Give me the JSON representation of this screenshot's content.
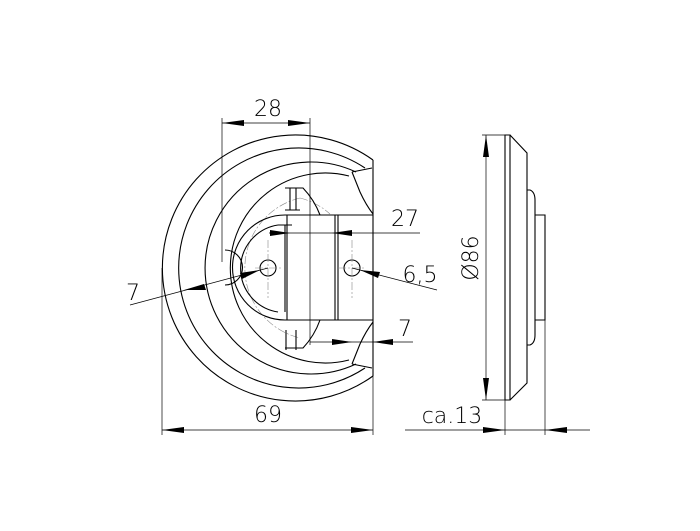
{
  "drawing": {
    "dimensions": {
      "width_top": "28",
      "hole_spacing": "27",
      "hole_diameter": "6,5",
      "left_radius": "7",
      "edge_offset": "7",
      "overall_width": "69",
      "diameter": "Ø86",
      "depth": "ca.13"
    },
    "line_color": "#000000"
  }
}
